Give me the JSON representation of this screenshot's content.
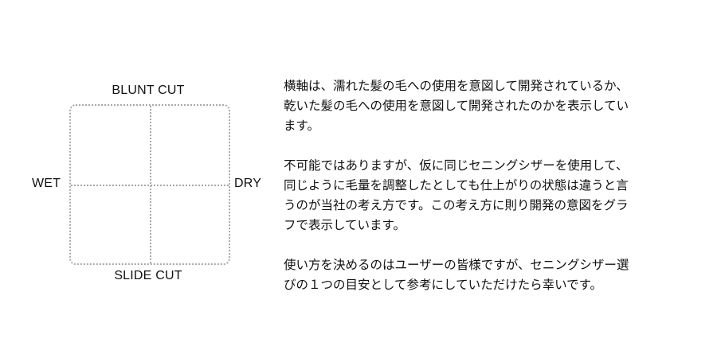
{
  "diagram": {
    "top_label": "BLUNT CUT",
    "bottom_label": "SLIDE CUT",
    "left_label": "WET",
    "right_label": "DRY"
  },
  "description": {
    "paragraphs": [
      "横軸は、濡れた髪の毛への使用を意図して開発されているか、\n乾いた髪の毛への使用を意図して開発されたのかを表示してい\nます。",
      "不可能ではありますが、仮に同じセニングシザーを使用して、\n同じように毛量を調整したとしても仕上がりの状態は違うと言\nうのが当社の考え方です。この考え方に則り開発の意図をグラ\nフで表示しています。",
      "使い方を決めるのはユーザーの皆様ですが、セニングシザー選\nびの１つの目安として参考にしていただけたら幸いです。"
    ]
  }
}
